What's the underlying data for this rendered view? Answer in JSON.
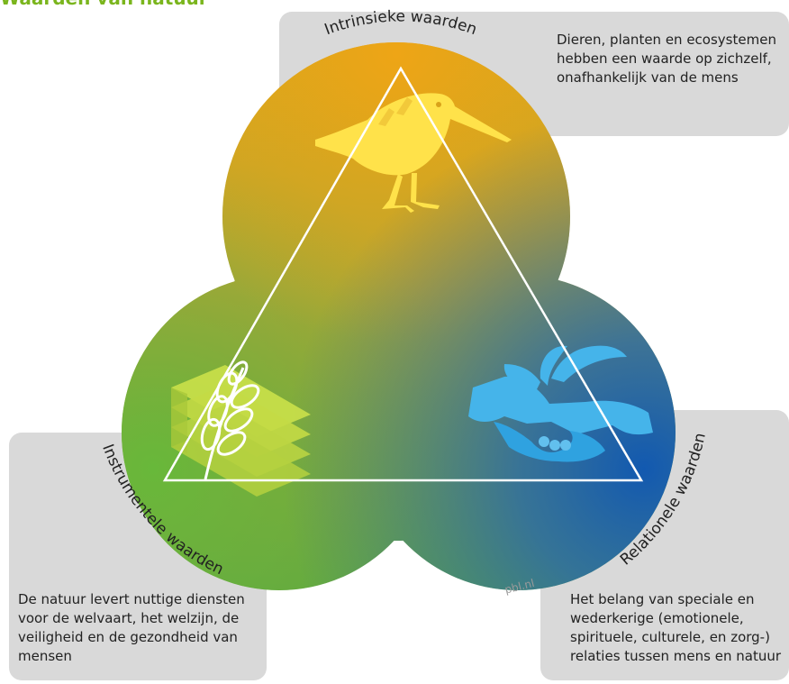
{
  "title": "Waarden van natuur",
  "values": {
    "intrinsic": {
      "label": "Intrinsieke waarden",
      "description": [
        "Dieren, planten en ecosystemen",
        "hebben een waarde op zichzelf,",
        "onafhankelijk van de mens"
      ],
      "icon": "snipe-bird-icon"
    },
    "instrumental": {
      "label": "Instrumentele waarden",
      "description": [
        "De natuur levert nuttige diensten",
        "voor de welvaart, het welzijn, de",
        "veiligheid en de gezondheid van",
        "mensen"
      ],
      "icon": "wheat-and-layers-icon"
    },
    "relational": {
      "label": "Relationele waarden",
      "description": [
        "Het belang van speciale en",
        "wederkerige (emotionele,",
        "spirituele, culturele, en zorg-)",
        "relaties tussen mens en natuur"
      ],
      "icon": "hands-with-seedling-icon"
    }
  },
  "credit": "pbl.nl",
  "colors": {
    "top": "#e8a617",
    "left": "#6cb33f",
    "right": "#1a5fad",
    "panel": "#d9d9d9",
    "title": "#7ab51d",
    "icon_yellow": "#ffe14d",
    "icon_lime": "#c9e04a",
    "icon_blue": "#4fb8ea"
  }
}
